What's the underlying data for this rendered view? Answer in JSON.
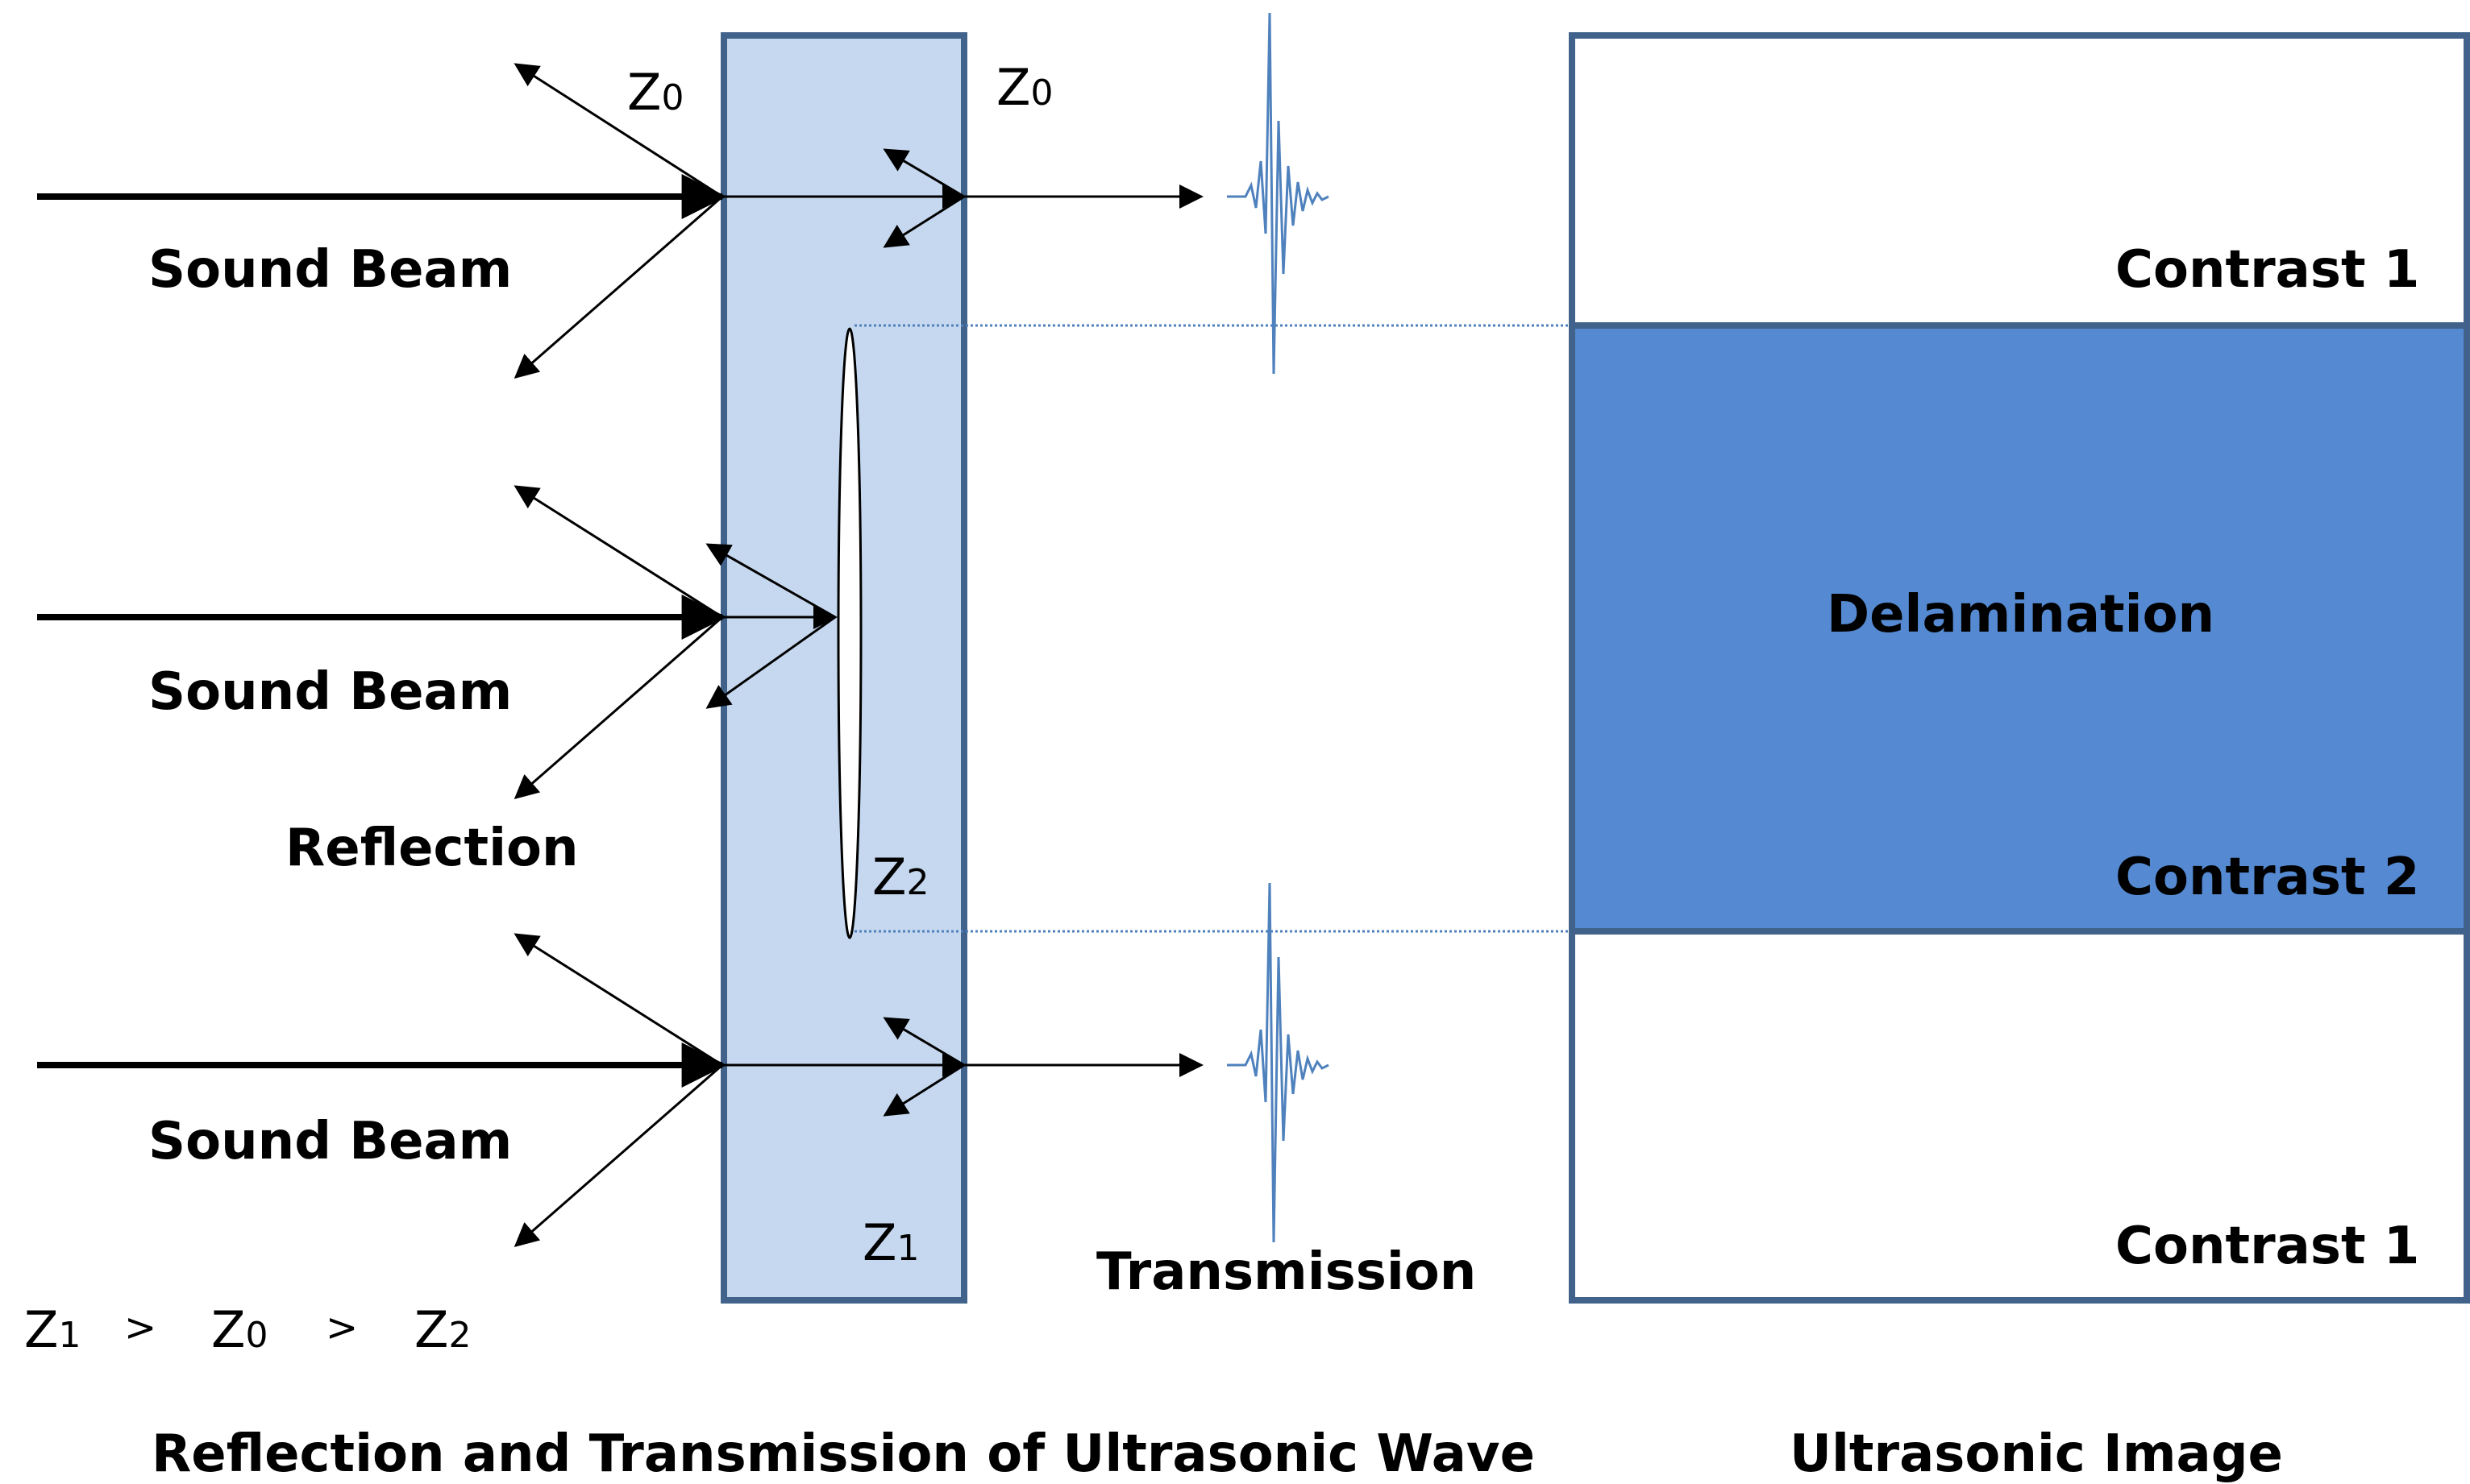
{
  "colors": {
    "slab_fill": "#c6d8ef",
    "frame_stroke": "#41628a",
    "delamination_fill": "#558ad2",
    "signal_stroke": "#4f81bd",
    "dotted_line": "#4f81bd",
    "arrow": "#000000"
  },
  "beams": [
    {
      "label": "Sound Beam"
    },
    {
      "label": "Sound Beam"
    },
    {
      "label": "Sound Beam"
    }
  ],
  "labels": {
    "reflection": "Reflection",
    "transmission": "Transmission",
    "z0_front": "Z",
    "z0_front_sub": "0",
    "z0_back": "Z",
    "z0_back_sub": "0",
    "z1": "Z",
    "z1_sub": "1",
    "z2": "Z",
    "z2_sub": "2"
  },
  "inequality": {
    "a": "Z",
    "a_sub": "1",
    "op1": ">",
    "b": "Z",
    "b_sub": "0",
    "op2": ">",
    "c": "Z",
    "c_sub": "2"
  },
  "image_panel": {
    "top_label": "Contrast 1",
    "middle_label": "Delamination",
    "middle_sub_label": "Contrast 2",
    "bottom_label": "Contrast 1"
  },
  "captions": {
    "left": "Reflection and Transmission of Ultrasonic Wave",
    "right": "Ultrasonic Image"
  }
}
